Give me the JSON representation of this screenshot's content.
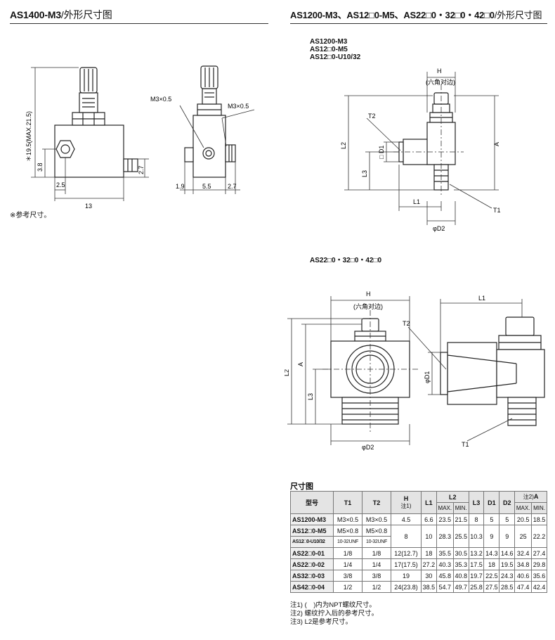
{
  "left_section": {
    "title": "AS1400-M3",
    "title_suffix": "/外形尺寸图",
    "labels": {
      "m3_left": "M3×0.5",
      "m3_right": "M3×0.5",
      "height": "＊19.5(MAX.21.5)",
      "d_3_8": "3.8",
      "d_2_5": "2.5",
      "d_13": "13",
      "d_2_7a": "2.7",
      "d_1_9": "1.9",
      "d_5_5": "5.5",
      "d_2_7b": "2.7"
    },
    "footnote": "※参考尺寸。"
  },
  "right_section": {
    "title": "AS1200-M3、AS12□0-M5、AS22□0・32□0・42□0",
    "title_suffix": "/外形尺寸图",
    "sub1_lines": [
      "AS1200-M3",
      "AS12□0-M5",
      "AS12□0-U10/32"
    ],
    "sub2": "AS22□0・32□0・42□0",
    "labels1": {
      "H": "H",
      "hex": "(六角对边)",
      "T2": "T2",
      "D1": "□ D1",
      "L2": "L2",
      "L3": "L3",
      "A": "A",
      "L1": "L1",
      "T1": "T1",
      "D2": "φD2"
    },
    "labels2": {
      "H": "H",
      "hex": "(六角对边)",
      "L2": "L2",
      "A": "A",
      "L3": "L3",
      "D2": "φD2",
      "L1": "L1",
      "T2": "T2",
      "D1": "φD1",
      "T1": "T1"
    }
  },
  "table": {
    "title": "尺寸图",
    "headers": {
      "model": "型号",
      "T1": "T1",
      "T2": "T2",
      "H": "H",
      "H_note": "注1)",
      "L1": "L1",
      "L2": "L2",
      "L2_max": "MAX.",
      "L2_min": "MIN.",
      "L3": "L3",
      "D1": "D1",
      "D2": "D2",
      "A_note": "注2)",
      "A": "A",
      "A_max": "MAX.",
      "A_min": "MIN."
    },
    "rows": [
      {
        "model": "AS1200-M3",
        "T1": "M3×0.5",
        "T2": "M3×0.5",
        "H": "4.5",
        "L1": "6.6",
        "L2max": "23.5",
        "L2min": "21.5",
        "L3": "8",
        "D1": "5",
        "D2": "5",
        "Amax": "20.5",
        "Amin": "18.5"
      },
      {
        "model": "AS12□0-M5",
        "T1": "M5×0.8",
        "T2": "M5×0.8",
        "H": "8",
        "L1": "10",
        "L2max": "28.3",
        "L2min": "25.5",
        "L3": "10.3",
        "D1": "9",
        "D2": "9",
        "Amax": "25",
        "Amin": "22.2"
      },
      {
        "model": "AS12□0-U10/32",
        "T1": "10-32UNF",
        "T2": "10-32UNF"
      },
      {
        "model": "AS22□0-01",
        "T1": "1/8",
        "T2": "1/8",
        "H": "12(12.7)",
        "L1": "18",
        "L2max": "35.5",
        "L2min": "30.5",
        "L3": "13.2",
        "D1": "14.3",
        "D2": "14.6",
        "Amax": "32.4",
        "Amin": "27.4"
      },
      {
        "model": "AS22□0-02",
        "T1": "1/4",
        "T2": "1/4",
        "H": "17(17.5)",
        "L1": "27.2",
        "L2max": "40.3",
        "L2min": "35.3",
        "L3": "17.5",
        "D1": "18",
        "D2": "19.5",
        "Amax": "34.8",
        "Amin": "29.8"
      },
      {
        "model": "AS32□0-03",
        "T1": "3/8",
        "T2": "3/8",
        "H": "19",
        "L1": "30",
        "L2max": "45.8",
        "L2min": "40.8",
        "L3": "19.7",
        "D1": "22.5",
        "D2": "24.3",
        "Amax": "40.6",
        "Amin": "35.6"
      },
      {
        "model": "AS42□0-04",
        "T1": "1/2",
        "T2": "1/2",
        "H": "24(23.8)",
        "L1": "38.5",
        "L2max": "54.7",
        "L2min": "49.7",
        "L3": "25.8",
        "D1": "27.5",
        "D2": "28.5",
        "Amax": "47.4",
        "Amin": "42.4"
      }
    ],
    "notes": [
      "注1) (　)内为NPT螺纹尺寸。",
      "注2) 螺纹拧入后的参考尺寸。",
      "注3) L2是参考尺寸。"
    ]
  }
}
